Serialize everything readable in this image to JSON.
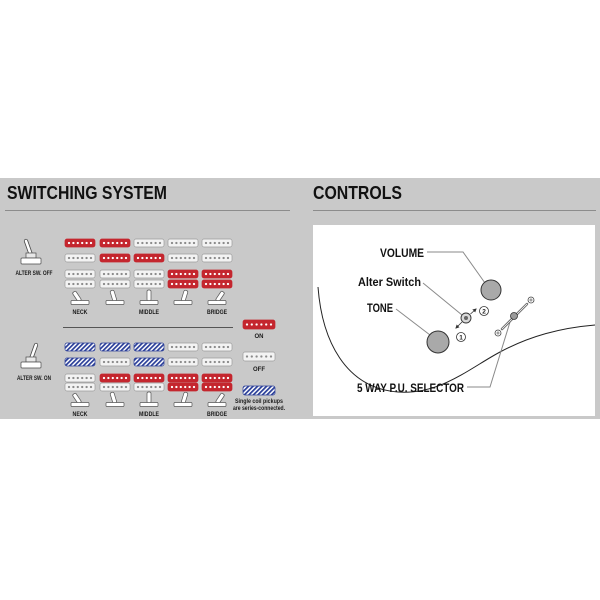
{
  "switching": {
    "title": "SWITCHING SYSTEM",
    "groups": [
      {
        "label": "ALTER SW. OFF",
        "coil_states": [
          [
            "on",
            "off",
            "off",
            "off"
          ],
          [
            "on",
            "on",
            "off",
            "off"
          ],
          [
            "off",
            "on",
            "off",
            "off"
          ],
          [
            "off",
            "off",
            "on",
            "on"
          ],
          [
            "off",
            "off",
            "on",
            "on"
          ]
        ]
      },
      {
        "label": "ALTER SW. ON",
        "coil_states": [
          [
            "series",
            "series",
            "off",
            "off"
          ],
          [
            "series",
            "off",
            "on",
            "off"
          ],
          [
            "series",
            "series",
            "on",
            "off"
          ],
          [
            "off",
            "off",
            "on",
            "on"
          ],
          [
            "off",
            "off",
            "on",
            "on"
          ]
        ]
      }
    ],
    "position_labels": [
      "NECK",
      "MIDDLE",
      "BRIDGE"
    ],
    "legend": {
      "on": "ON",
      "off": "OFF",
      "series_note": [
        "Single coil pickups",
        "are series-connected."
      ]
    }
  },
  "controls": {
    "title": "CONTROLS",
    "labels": {
      "volume": "VOLUME",
      "alter_switch": "Alter Switch",
      "tone": "TONE",
      "selector": "5 WAY P.U. SELECTOR"
    },
    "callouts": [
      "1",
      "2"
    ]
  },
  "colors": {
    "panel": "#c9c9c9",
    "on": "#c4262e",
    "off": "#f3f3f3",
    "series": "#2b3f99",
    "knob": "#a9a9a9"
  }
}
